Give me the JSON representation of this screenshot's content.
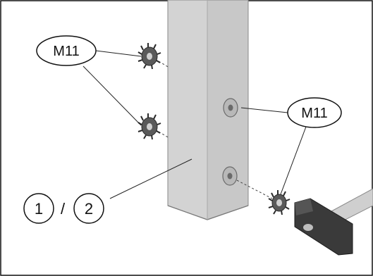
{
  "callouts": {
    "fastener_label_left": "M11",
    "fastener_label_right": "M11",
    "part_number_a": "1",
    "part_separator": "/",
    "part_number_b": "2"
  },
  "colors": {
    "outline": "#111111",
    "post_front": "#d3d3d3",
    "post_side": "#c4c4c4",
    "post_edge": "#8a8a8a",
    "washer": "#b8b8b8",
    "nut": "#5a5a5a",
    "hammer_head": "#3a3a3a",
    "hammer_handle": "#cfcfcf",
    "leader_line": "#222222"
  },
  "icons": [
    "post-part",
    "nut-icon",
    "washer-icon",
    "hammer-icon"
  ]
}
